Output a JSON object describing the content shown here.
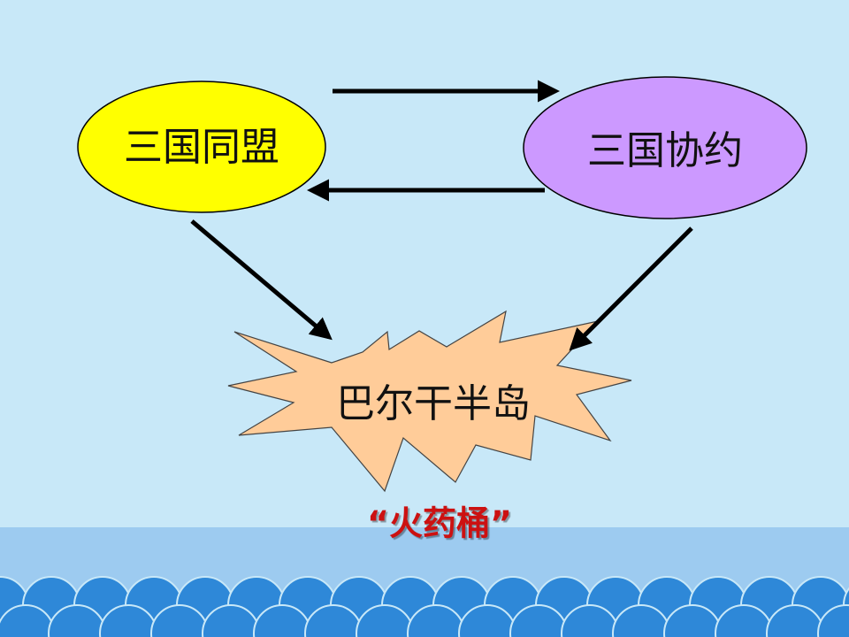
{
  "diagram": {
    "nodes": {
      "triple_alliance": {
        "label": "三国同盟",
        "fill": "#ffff00"
      },
      "triple_entente": {
        "label": "三国协约",
        "fill": "#cc99ff"
      },
      "balkans": {
        "label": "巴尔干半岛",
        "fill": "#ffcc99"
      }
    },
    "caption": "“火药桶”",
    "caption_color": "#cc1111"
  },
  "theme": {
    "sky": "#c8e8f8",
    "sea": "#9dcbf0",
    "waves": "#2e88d8"
  }
}
